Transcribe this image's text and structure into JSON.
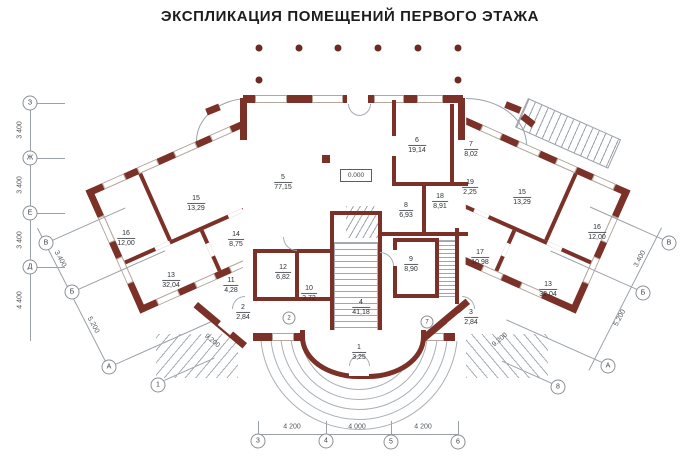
{
  "title": "ЭКСПЛИКАЦИЯ ПОМЕЩЕНИЙ ПЕРВОГО ЭТАЖА",
  "elevation_mark": "0.000",
  "colors": {
    "wall": "#7b3127",
    "lines": "#9aa1a8",
    "text": "#3f4348"
  },
  "rooms": [
    {
      "num": "5",
      "area": "77,15"
    },
    {
      "num": "6",
      "area": "19,14"
    },
    {
      "num": "7",
      "area": "8,02"
    },
    {
      "num": "19",
      "area": "2,25"
    },
    {
      "num": "18",
      "area": "8,91"
    },
    {
      "num": "8",
      "area": "6,93"
    },
    {
      "num": "9",
      "area": "8,90"
    },
    {
      "num": "4",
      "area": "41,18"
    },
    {
      "num": "1",
      "area": "3,25"
    },
    {
      "num": "12",
      "area": "6,82"
    },
    {
      "num": "10",
      "area": "3,72"
    },
    {
      "num": "11",
      "area": "4,28"
    },
    {
      "num": "2",
      "area": "2,84"
    },
    {
      "num": "3",
      "area": "2,84"
    },
    {
      "num": "17",
      "area": "10,98"
    },
    {
      "num": "15",
      "area": "13,29"
    },
    {
      "num": "16",
      "area": "12,00"
    },
    {
      "num": "14",
      "area": "8,75"
    },
    {
      "num": "13",
      "area": "32,04"
    },
    {
      "num": "15",
      "area": "13,29"
    },
    {
      "num": "16",
      "area": "12,00"
    },
    {
      "num": "13",
      "area": "32,04"
    }
  ],
  "axes": {
    "left_vertical": [
      "З",
      "Ж",
      "Е",
      "Д"
    ],
    "left_diagonal": [
      "В",
      "Б",
      "А"
    ],
    "right_diagonal": [
      "В",
      "Б",
      "А"
    ],
    "bottom": [
      "1",
      "2",
      "3",
      "4",
      "5",
      "6",
      "7",
      "8"
    ]
  },
  "dimensions": {
    "left_vertical": [
      "3 400",
      "3 400",
      "3 400",
      "4 400"
    ],
    "left_diagonal": [
      "3.400",
      "5.200"
    ],
    "right_diagonal": [
      "3.400",
      "5.200"
    ],
    "bottom": [
      "4 200",
      "4 000",
      "4 200"
    ],
    "left_porch_wall": "9.200",
    "right_porch_wall": "9.200"
  }
}
